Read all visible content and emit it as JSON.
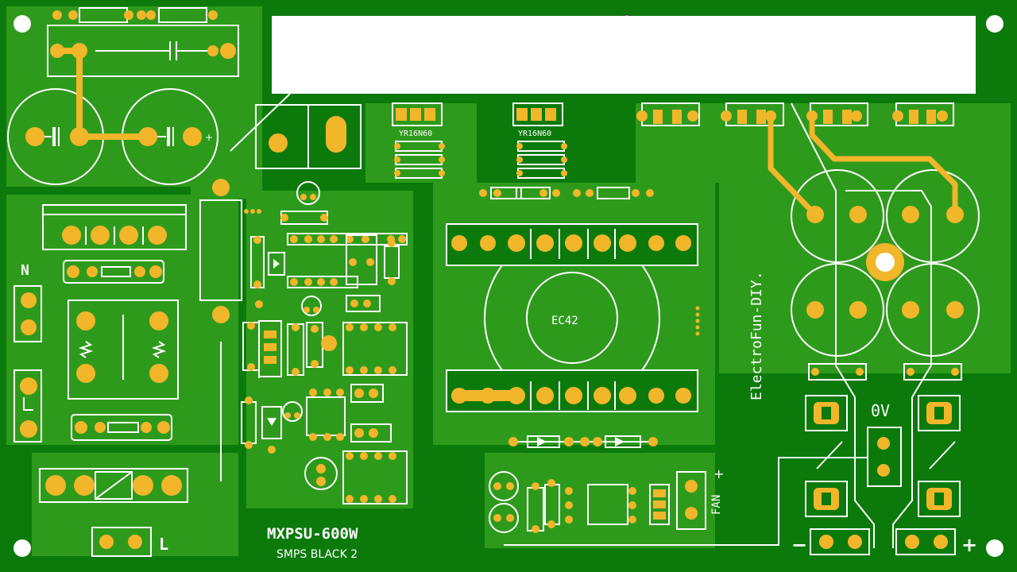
{
  "colors": {
    "board": "#0b7a0b",
    "copper_pour": "#2e9a1c",
    "pad": "#f2b62b",
    "silk": "#ffffff"
  },
  "labels": {
    "neutral": "N",
    "live": "L",
    "title": "MXPSU-600W",
    "subtitle": "SMPS BLACK 2",
    "brand": "ElectroFun-DIY.",
    "transformer": "EC42",
    "mosfet_1": "YR16N60",
    "mosfet_2": "YR16N60",
    "fan": "FAN",
    "fan_plus": "+",
    "zero_volt": "0V",
    "out_minus": "−",
    "out_plus": "+"
  }
}
